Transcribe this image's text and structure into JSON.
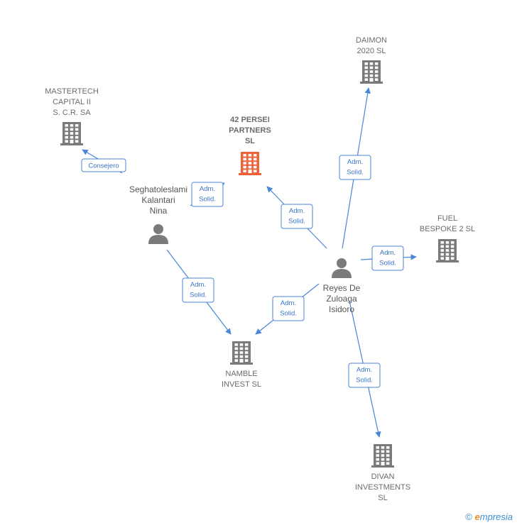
{
  "colors": {
    "edge": "#4a86d8",
    "company": "#7a7a7a",
    "center_company": "#f0623a",
    "person": "#7a7a7a"
  },
  "nodes": [
    {
      "id": "mastertech",
      "kind": "company",
      "lines": [
        "MASTERTECH",
        "CAPITAL II",
        "S. C.R. SA"
      ]
    },
    {
      "id": "persei",
      "kind": "company-center",
      "lines": [
        "42 PERSEI",
        "PARTNERS",
        "SL"
      ]
    },
    {
      "id": "daimon",
      "kind": "company",
      "lines": [
        "DAIMON",
        "2020  SL"
      ]
    },
    {
      "id": "fuel",
      "kind": "company",
      "lines": [
        "FUEL",
        "BESPOKE 2  SL"
      ]
    },
    {
      "id": "namble",
      "kind": "company",
      "lines": [
        "NAMBLE",
        "INVEST  SL"
      ]
    },
    {
      "id": "divan",
      "kind": "company",
      "lines": [
        "DIVAN",
        "INVESTMENTS",
        "SL"
      ]
    },
    {
      "id": "seghatoleslami",
      "kind": "person",
      "lines": [
        "Seghatoleslami",
        "Kalantari",
        "Nina"
      ]
    },
    {
      "id": "reyes",
      "kind": "person",
      "lines": [
        "Reyes De",
        "Zuloaga",
        "Isidoro"
      ]
    }
  ],
  "edges": [
    {
      "from": "seghatoleslami",
      "to": "mastertech",
      "label": [
        "Consejero"
      ]
    },
    {
      "from": "seghatoleslami",
      "to": "persei",
      "label": [
        "Adm.",
        "Solid."
      ]
    },
    {
      "from": "seghatoleslami",
      "to": "namble",
      "label": [
        "Adm.",
        "Solid."
      ]
    },
    {
      "from": "reyes",
      "to": "persei",
      "label": [
        "Adm.",
        "Solid."
      ]
    },
    {
      "from": "reyes",
      "to": "daimon",
      "label": [
        "Adm.",
        "Solid."
      ]
    },
    {
      "from": "reyes",
      "to": "fuel",
      "label": [
        "Adm.",
        "Solid."
      ]
    },
    {
      "from": "reyes",
      "to": "namble",
      "label": [
        "Adm.",
        "Solid."
      ]
    },
    {
      "from": "reyes",
      "to": "divan",
      "label": [
        "Adm.",
        "Solid."
      ]
    }
  ],
  "footer": {
    "copyright_symbol": "©",
    "brand_first": "e",
    "brand_rest": "mpresia"
  }
}
